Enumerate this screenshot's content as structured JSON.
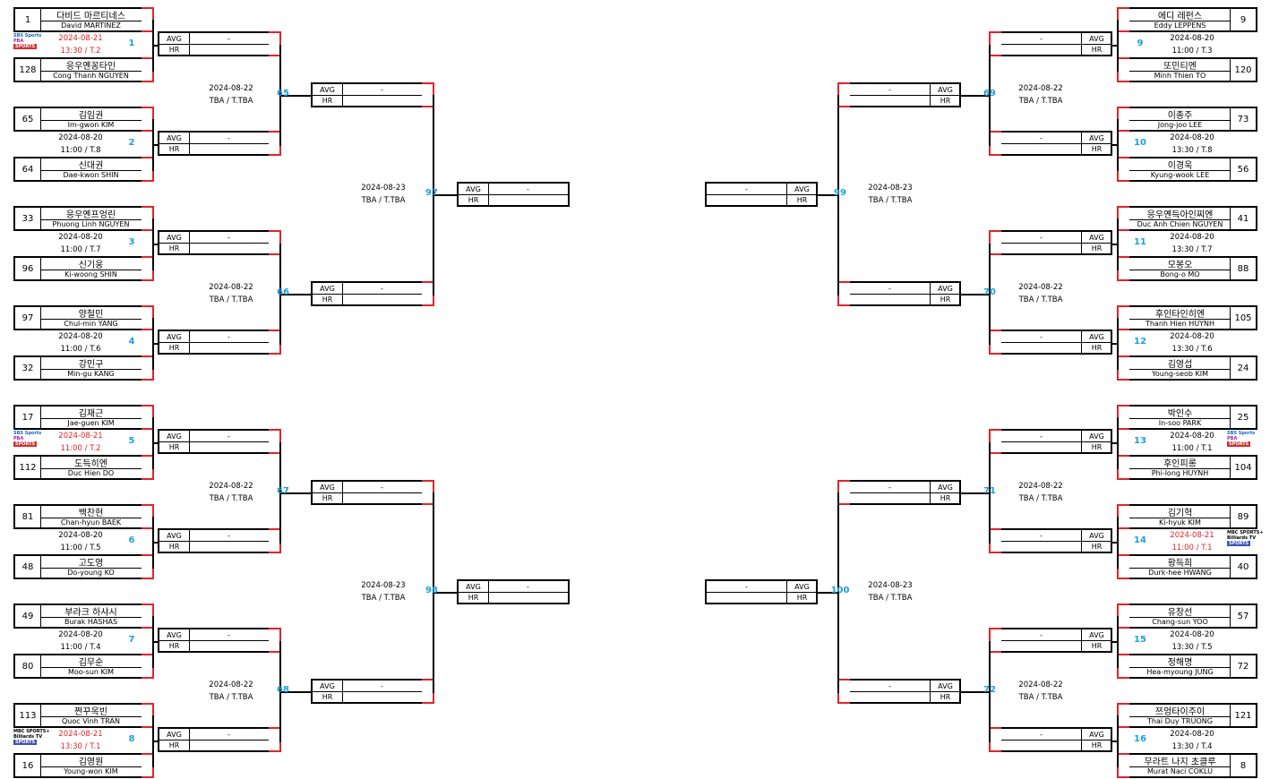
{
  "labels": {
    "avg": "AVG",
    "hr": "HR",
    "score": "-"
  },
  "logos": {
    "sbs": {
      "line1": "SBS Sports",
      "line2": "PBA",
      "line3": "SPORTS"
    },
    "mbc": {
      "line1": "MBC SPORTS+",
      "line2": "Billiards TV",
      "line3": "SPORTS"
    }
  },
  "r1": [
    {
      "id": 1,
      "no": "1",
      "top": {
        "seed": "1",
        "ko": "다비드 마르티네스",
        "en": "David MARTINEZ"
      },
      "bot": {
        "seed": "128",
        "ko": "응우옌꽁타인",
        "en": "Cong Thanh NGUYEN"
      },
      "date": "2024-08-21",
      "time": "13:30 / T.2",
      "hl": true,
      "logo": "sbs"
    },
    {
      "id": 2,
      "no": "2",
      "top": {
        "seed": "65",
        "ko": "김임권",
        "en": "Im-gwon KIM"
      },
      "bot": {
        "seed": "64",
        "ko": "신대권",
        "en": "Dae-kwon SHIN"
      },
      "date": "2024-08-20",
      "time": "11:00 / T.8",
      "hl": false,
      "logo": ""
    },
    {
      "id": 3,
      "no": "3",
      "top": {
        "seed": "33",
        "ko": "응우옌프엉린",
        "en": "Phuong Linh NGUYEN"
      },
      "bot": {
        "seed": "96",
        "ko": "신기웅",
        "en": "Ki-woong SHIN"
      },
      "date": "2024-08-20",
      "time": "11:00 / T.7",
      "hl": false,
      "logo": ""
    },
    {
      "id": 4,
      "no": "4",
      "top": {
        "seed": "97",
        "ko": "양철민",
        "en": "Chul-min YANG"
      },
      "bot": {
        "seed": "32",
        "ko": "강민구",
        "en": "Min-gu KANG"
      },
      "date": "2024-08-20",
      "time": "11:00 / T.6",
      "hl": false,
      "logo": ""
    },
    {
      "id": 5,
      "no": "5",
      "top": {
        "seed": "17",
        "ko": "김재근",
        "en": "Jae-guen KIM"
      },
      "bot": {
        "seed": "112",
        "ko": "도득히엔",
        "en": "Duc Hien DO"
      },
      "date": "2024-08-21",
      "time": "11:00 / T.2",
      "hl": true,
      "logo": "sbs"
    },
    {
      "id": 6,
      "no": "6",
      "top": {
        "seed": "81",
        "ko": "백찬현",
        "en": "Chan-hyun BAEK"
      },
      "bot": {
        "seed": "48",
        "ko": "고도영",
        "en": "Do-young KO"
      },
      "date": "2024-08-20",
      "time": "11:00 / T.5",
      "hl": false,
      "logo": ""
    },
    {
      "id": 7,
      "no": "7",
      "top": {
        "seed": "49",
        "ko": "부라크 하샤시",
        "en": "Burak HASHAS"
      },
      "bot": {
        "seed": "80",
        "ko": "김무순",
        "en": "Moo-sun KIM"
      },
      "date": "2024-08-20",
      "time": "11:00 / T.4",
      "hl": false,
      "logo": ""
    },
    {
      "id": 8,
      "no": "8",
      "top": {
        "seed": "113",
        "ko": "쩐꾸옥빈",
        "en": "Quoc Vinh TRAN"
      },
      "bot": {
        "seed": "16",
        "ko": "김영원",
        "en": "Young-won KIM"
      },
      "date": "2024-08-21",
      "time": "13:30 / T.1",
      "hl": true,
      "logo": "mbc"
    },
    {
      "id": 9,
      "no": "9",
      "top": {
        "seed": "9",
        "ko": "에디 레펀스",
        "en": "Eddy LEPPENS"
      },
      "bot": {
        "seed": "120",
        "ko": "또민티엔",
        "en": "Minh Thien TO"
      },
      "date": "2024-08-20",
      "time": "11:00 / T.3",
      "hl": false,
      "logo": ""
    },
    {
      "id": 10,
      "no": "10",
      "top": {
        "seed": "73",
        "ko": "이종주",
        "en": "Jong-joo LEE"
      },
      "bot": {
        "seed": "56",
        "ko": "이경욱",
        "en": "Kyung-wook LEE"
      },
      "date": "2024-08-20",
      "time": "13:30 / T.8",
      "hl": false,
      "logo": ""
    },
    {
      "id": 11,
      "no": "11",
      "top": {
        "seed": "41",
        "ko": "응우옌득아인찌엔",
        "en": "Duc Anh Chien NGUYEN"
      },
      "bot": {
        "seed": "88",
        "ko": "모봉오",
        "en": "Bong-o MO"
      },
      "date": "2024-08-20",
      "time": "13:30 / T.7",
      "hl": false,
      "logo": ""
    },
    {
      "id": 12,
      "no": "12",
      "top": {
        "seed": "105",
        "ko": "후인타인히엔",
        "en": "Thanh Hien HUYNH"
      },
      "bot": {
        "seed": "24",
        "ko": "김영섭",
        "en": "Young-seob KIM"
      },
      "date": "2024-08-20",
      "time": "13:30 / T.6",
      "hl": false,
      "logo": ""
    },
    {
      "id": 13,
      "no": "13",
      "top": {
        "seed": "25",
        "ko": "박인수",
        "en": "In-soo PARK"
      },
      "bot": {
        "seed": "104",
        "ko": "후인피롱",
        "en": "Phi-long HUYNH"
      },
      "date": "2024-08-20",
      "time": "11:00 / T.1",
      "hl": false,
      "logo": "sbs"
    },
    {
      "id": 14,
      "no": "14",
      "top": {
        "seed": "89",
        "ko": "김기혁",
        "en": "Ki-hyuk KIM"
      },
      "bot": {
        "seed": "40",
        "ko": "황득희",
        "en": "Durk-hee HWANG"
      },
      "date": "2024-08-21",
      "time": "11:00 / T.1",
      "hl": true,
      "logo": "mbc"
    },
    {
      "id": 15,
      "no": "15",
      "top": {
        "seed": "57",
        "ko": "유창선",
        "en": "Chang-sun YOO"
      },
      "bot": {
        "seed": "72",
        "ko": "정해명",
        "en": "Hea-myoung JUNG"
      },
      "date": "2024-08-20",
      "time": "13:30 / T.5",
      "hl": false,
      "logo": ""
    },
    {
      "id": 16,
      "no": "16",
      "top": {
        "seed": "121",
        "ko": "쯔엉타이주이",
        "en": "Thai Duy TRUONG"
      },
      "bot": {
        "seed": "8",
        "ko": "무라트 나지 초클루",
        "en": "Murat Naci COKLU"
      },
      "date": "2024-08-20",
      "time": "13:30 / T.4",
      "hl": false,
      "logo": ""
    }
  ],
  "r2": [
    {
      "no": "65",
      "date": "2024-08-22",
      "time": "TBA / T.TBA"
    },
    {
      "no": "66",
      "date": "2024-08-22",
      "time": "TBA / T.TBA"
    },
    {
      "no": "67",
      "date": "2024-08-22",
      "time": "TBA / T.TBA"
    },
    {
      "no": "68",
      "date": "2024-08-22",
      "time": "TBA / T.TBA"
    },
    {
      "no": "69",
      "date": "2024-08-22",
      "time": "TBA / T.TBA"
    },
    {
      "no": "70",
      "date": "2024-08-22",
      "time": "TBA / T.TBA"
    },
    {
      "no": "71",
      "date": "2024-08-22",
      "time": "TBA / T.TBA"
    },
    {
      "no": "72",
      "date": "2024-08-22",
      "time": "TBA / T.TBA"
    }
  ],
  "r3": [
    {
      "no": "97",
      "date": "2024-08-23",
      "time": "TBA / T.TBA"
    },
    {
      "no": "98",
      "date": "2024-08-23",
      "time": "TBA / T.TBA"
    },
    {
      "no": "99",
      "date": "2024-08-23",
      "time": "TBA / T.TBA"
    },
    {
      "no": "100",
      "date": "2024-08-23",
      "time": "TBA / T.TBA"
    }
  ]
}
